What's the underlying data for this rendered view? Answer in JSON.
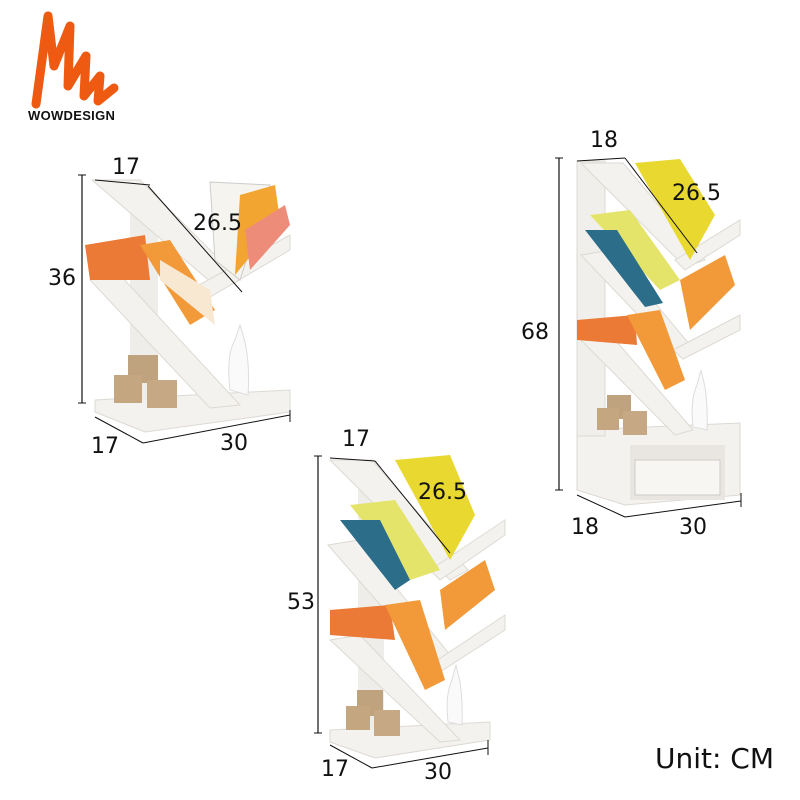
{
  "brand": {
    "logo_icon": "wow-logo-icon",
    "name": "WOWDESIGN",
    "color": "#EE5A12"
  },
  "unit_label": "Unit: CM",
  "shelves": [
    {
      "id": "small",
      "tiers": 3,
      "dimensions": {
        "top_depth": "17",
        "shelf_length": "26.5",
        "height": "36",
        "base_depth": "17",
        "base_width": "30"
      }
    },
    {
      "id": "medium",
      "tiers": 5,
      "dimensions": {
        "top_depth": "17",
        "shelf_length": "26.5",
        "height": "53",
        "base_depth": "17",
        "base_width": "30"
      }
    },
    {
      "id": "large",
      "tiers": 6,
      "dimensions": {
        "top_depth": "18",
        "shelf_length": "26.5",
        "height": "68",
        "base_depth": "18",
        "base_width": "30"
      }
    }
  ],
  "colors": {
    "wood": "#F4F2EF",
    "wood_shadow": "#DDD9D3",
    "book_orange": "#F29A3A",
    "book_yellow": "#E8D830",
    "book_teal": "#2C6E8A",
    "dim_line": "#111111"
  }
}
